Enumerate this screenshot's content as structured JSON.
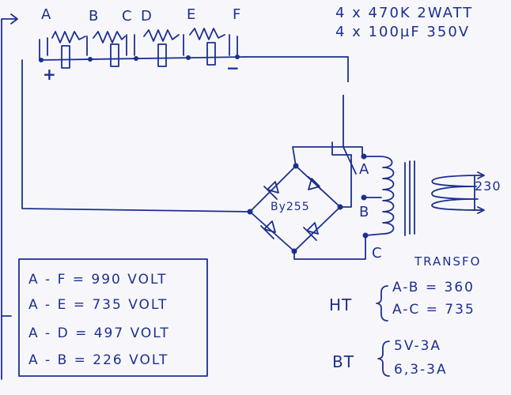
{
  "capacitor_labels": [
    "A",
    "B",
    "C",
    "D",
    "E",
    "F"
  ],
  "specs": {
    "line1": "4 x 470K 2WATT",
    "line2": "4 x 100µF 350V"
  },
  "polarity": {
    "plus": "+",
    "minus": "−"
  },
  "bridge_label": "By255",
  "transformer": {
    "taps": [
      "A",
      "B",
      "C"
    ],
    "primary_voltage": "230",
    "title": "TRANSFO",
    "ht_label": "HT",
    "ht_lines": [
      "A-B = 360",
      "A-C = 735"
    ],
    "bt_label": "BT",
    "bt_lines": [
      "5V-3A",
      "6,3-3A"
    ]
  },
  "voltages": [
    "A - F = 990 VOLT",
    "A - E = 735 VOLT",
    "A - D = 497 VOLT",
    "A - B = 226 VOLT"
  ]
}
